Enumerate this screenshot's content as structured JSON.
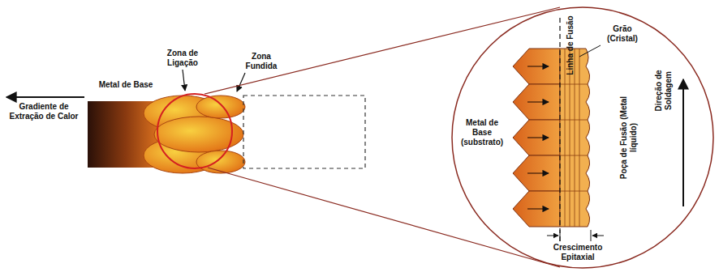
{
  "diagram": {
    "labels": [
      "Metal de Base",
      "Gradiente de Extração de Calor",
      "Zona de Ligação",
      "Zona Fundida",
      "Linha de Fusão",
      "Grão (Cristal)",
      "Metal de Base (substrato)",
      "Poça de Fusão (Metal líquido)",
      "Direção de Soldagem",
      "Crescimento Epitaxial"
    ]
  }
}
